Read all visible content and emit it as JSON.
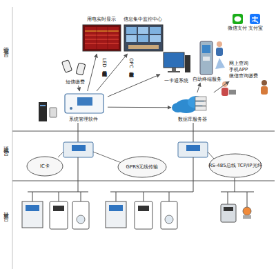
{
  "diagram": {
    "nodes": [
      {
        "text": [
          "用电实时显示"
        ]
      },
      {
        "text": [
          "信息集中监控中心"
        ]
      },
      {
        "text": [
          "网上查询 手机APP 微信查询缴费"
        ]
      },
      {
        "text": [
          "一卡通系统"
        ]
      },
      {
        "text": [
          "自助终端服务"
        ]
      },
      {
        "text": [
          "短信缴费"
        ]
      },
      {
        "text": [
          "系统管理软件"
        ]
      },
      {
        "text": [
          "数据库服务器"
        ]
      },
      {
        "text": [
          "IC卡"
        ]
      },
      {
        "text": [
          "GPRS无线传输"
        ]
      },
      {
        "text": [
          "RS-485总线 TCP/IP光纤"
        ]
      }
    ],
    "edges": [
      {
        "from": 6,
        "to": 0,
        "arrow": "to",
        "label": "LED大屏幕共电实时显示服务"
      },
      {
        "from": 6,
        "to": 1,
        "arrow": "to",
        "label": "OPC数据发布服务"
      },
      {
        "from": 6,
        "to": 3,
        "arrow": "to"
      },
      {
        "from": 5,
        "to": 6,
        "arrow": "to"
      },
      {
        "from": 6,
        "to": 7,
        "arrow": "to"
      },
      {
        "from": 7,
        "to": 4,
        "arrow": "to"
      },
      {
        "from": 7,
        "to": 2,
        "arrow": "to"
      }
    ],
    "labels": [
      "管理平台",
      "通讯平台",
      "计量平台",
      "微信支付",
      "支付宝"
    ]
  }
}
